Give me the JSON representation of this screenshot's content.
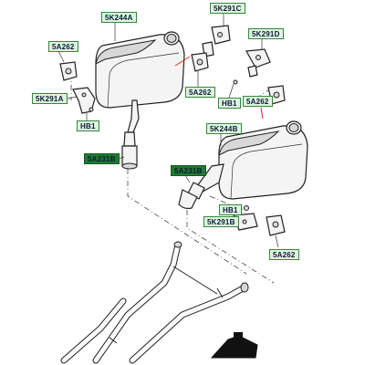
{
  "callouts": [
    {
      "id": "5K244A",
      "label": "5K244A",
      "style": "light"
    },
    {
      "id": "5K291C",
      "label": "5K291C",
      "style": "light"
    },
    {
      "id": "5K291D",
      "label": "5K291D",
      "style": "light"
    },
    {
      "id": "5A262-top-left",
      "label": "5A262",
      "style": "light"
    },
    {
      "id": "5K291A",
      "label": "5K291A",
      "style": "light"
    },
    {
      "id": "HB1-left",
      "label": "HB1",
      "style": "light"
    },
    {
      "id": "5A262-center",
      "label": "5A262",
      "style": "light"
    },
    {
      "id": "HB1-center",
      "label": "HB1",
      "style": "light"
    },
    {
      "id": "5A262-right",
      "label": "5A262",
      "style": "light"
    },
    {
      "id": "5K244B",
      "label": "5K244B",
      "style": "light"
    },
    {
      "id": "5A231B-left",
      "label": "5A231B",
      "style": "dark"
    },
    {
      "id": "5A231B-right",
      "label": "5A231B",
      "style": "dark"
    },
    {
      "id": "HB1-lower",
      "label": "HB1",
      "style": "light"
    },
    {
      "id": "5K291B",
      "label": "5K291B",
      "style": "light"
    },
    {
      "id": "5A262-lower",
      "label": "5A262",
      "style": "light"
    }
  ],
  "colors": {
    "callout_fill": "#dff3df",
    "callout_border": "#2f8a3a",
    "callout_dark_fill": "#1f7a2e",
    "label_text": "#0a1a3a",
    "pointer_red": "#dd2222"
  }
}
